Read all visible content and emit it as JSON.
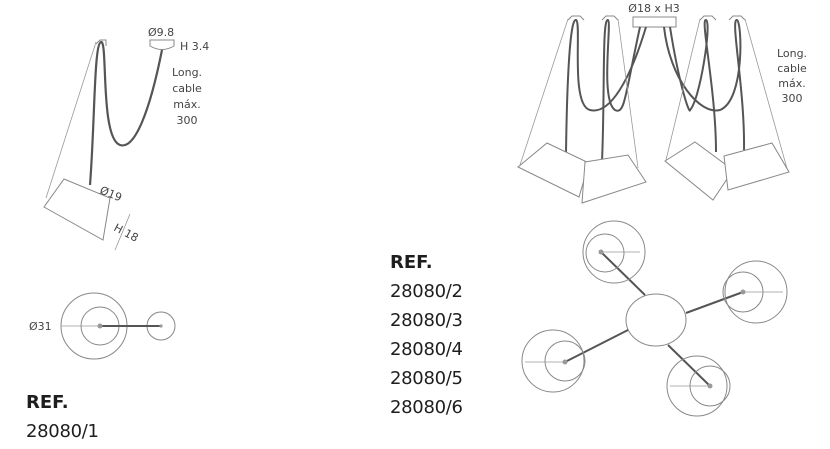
{
  "single_pendant": {
    "canopy_diameter": "Ø9.8",
    "canopy_height": "H 3.4",
    "cable_note": [
      "Long.",
      "cable",
      "máx.",
      "300"
    ],
    "shade_diameter": "Ø19",
    "shade_height": "H 18",
    "plan_diameter": "Ø31",
    "ref_label": "REF.",
    "ref_codes": [
      "28080/1"
    ]
  },
  "multi_pendant": {
    "canopy_dimensions": "Ø18 x H3",
    "cable_note": [
      "Long.",
      "cable",
      "máx.",
      "300"
    ],
    "ref_label": "REF.",
    "ref_codes": [
      "28080/2",
      "28080/3",
      "28080/4",
      "28080/5",
      "28080/6"
    ]
  },
  "colors": {
    "cable": "#555555",
    "outline": "#8a8a8a",
    "text": "#222222"
  }
}
